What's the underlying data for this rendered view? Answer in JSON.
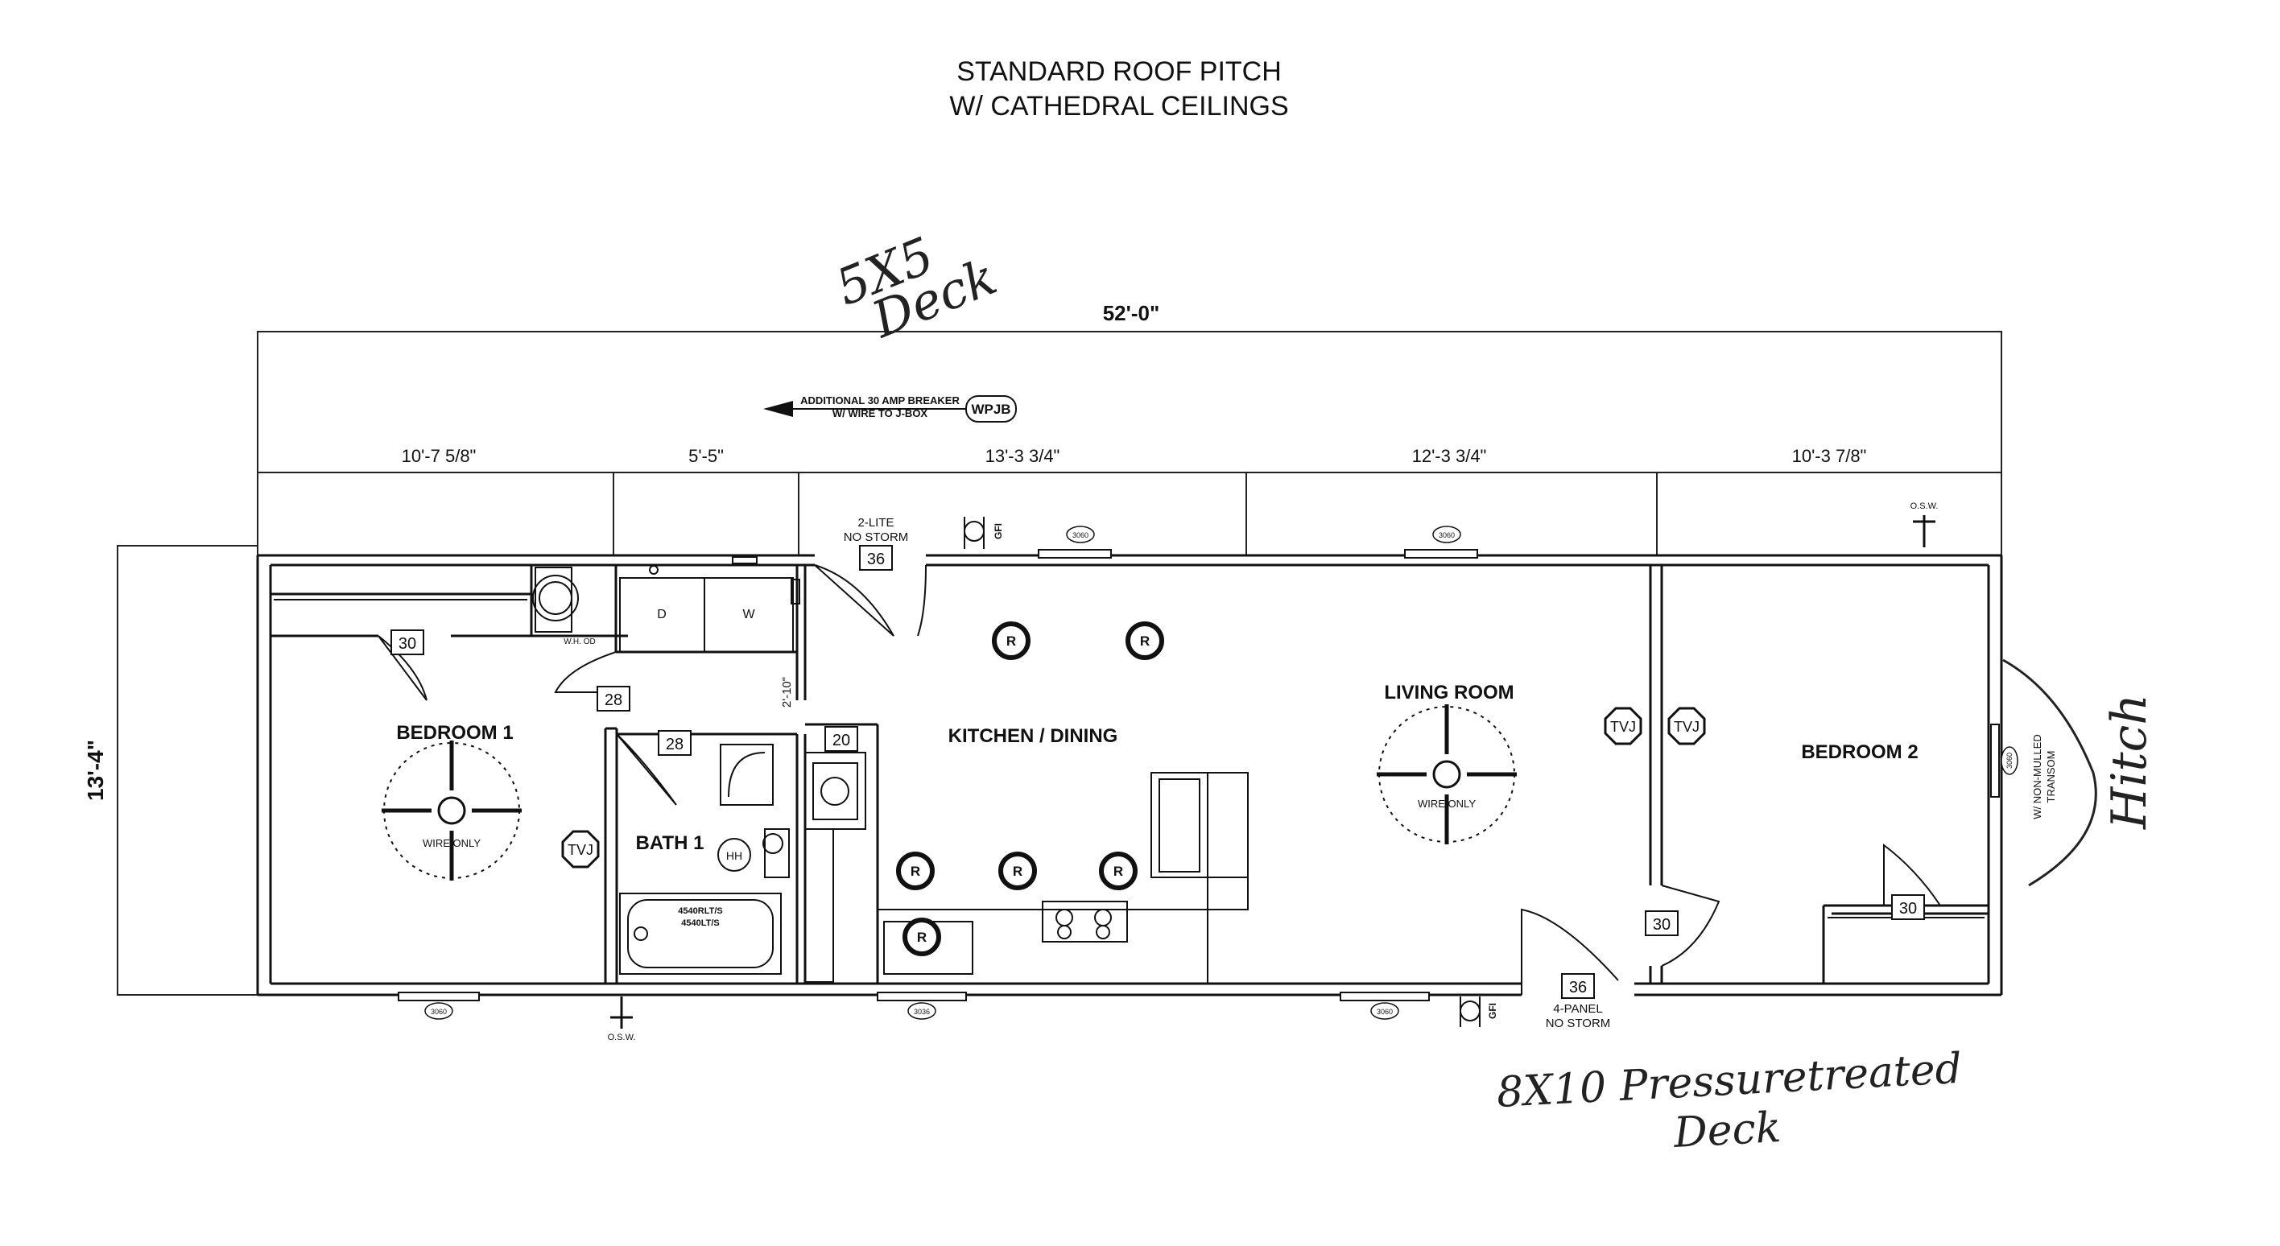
{
  "title": {
    "line1": "STANDARD ROOF PITCH",
    "line2": "W/ CATHEDRAL CEILINGS"
  },
  "dimensions": {
    "overall_length": "52'-0\"",
    "overall_width": "13'-4\"",
    "segments": [
      "10'-7 5/8\"",
      "5'-5\"",
      "13'-3 3/4\"",
      "12'-3 3/4\"",
      "10'-3 7/8\""
    ]
  },
  "rooms": {
    "bedroom1": "BEDROOM 1",
    "bath1": "BATH 1",
    "kitchen": "KITCHEN / DINING",
    "living": "LIVING ROOM",
    "bedroom2": "BEDROOM 2"
  },
  "notes": {
    "breaker_line1": "ADDITIONAL 30 AMP BREAKER",
    "breaker_line2": "W/ WIRE TO J-BOX",
    "wpjb": "WPJB",
    "two_lite": "2-LITE",
    "no_storm": "NO STORM",
    "four_panel": "4-PANEL",
    "no_storm2": "NO STORM",
    "wire_only": "WIRE ONLY",
    "wire_only2": "WIRE ONLY",
    "osw": "O.S.W.",
    "osw2": "O.S.W.",
    "gfi": "GFI",
    "gfi2": "GFI",
    "non_mulled": "W/ NON-MULLED",
    "transom": "TRANSOM",
    "stair_dim": "2'-10\"",
    "tub_line1": "4540RLT/S",
    "tub_line2": "4540LT/S",
    "dryer": "D",
    "washer": "W",
    "hh": "HH",
    "wh": "W.H. OD"
  },
  "door_tags": [
    "30",
    "28",
    "28",
    "20",
    "36",
    "30",
    "30",
    "36"
  ],
  "window_tags": [
    "3060",
    "3060",
    "3060",
    "3036",
    "3060",
    "3060"
  ],
  "symbols": {
    "recessed": "R",
    "tvj": "TVJ"
  },
  "handwritten": {
    "deck_top_line1": "5X5",
    "deck_top_line2": "Deck",
    "deck_bottom_line1": "8X10 Pressuretreated",
    "deck_bottom_line2": "Deck",
    "hitch": "Hitch"
  }
}
